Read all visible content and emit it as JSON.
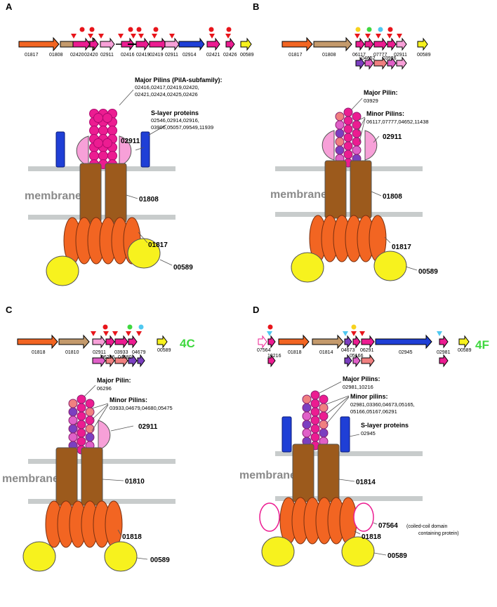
{
  "colors": {
    "orange": "#f26522",
    "tan": "#c49a6c",
    "magenta": "#ec1c91",
    "pink_light": "#f7a0d8",
    "pink_mid": "#e060c8",
    "salmon": "#f08080",
    "purple": "#7b3fc0",
    "blue": "#1f3fd6",
    "yellow": "#f7f21e",
    "brown": "#9c5a1c",
    "membrane": "#c8cccc",
    "membrane_text": "#8a8a8a",
    "red_marker": "#e8151b",
    "green_marker": "#3fd83f",
    "cyan_marker": "#4fc8f0",
    "yellow_marker": "#f7d21e",
    "tag_green": "#3fd83f"
  },
  "panels": [
    {
      "letter": "A",
      "genes": [
        "01817",
        "01808",
        "02420",
        "02420",
        "02911",
        "02416",
        "02419",
        "02419",
        "02911",
        "02914",
        "02421",
        "02426",
        "00589"
      ],
      "labels": {
        "major_title": "Major Pilins (PilA-subfamily):",
        "major_ids_1": "02416,02417,02419,02420,",
        "major_ids_2": "02421,02424,02425,02426",
        "slayer_title": "S-layer proteins",
        "slayer_ids_1": "02546,02914,02916,",
        "slayer_ids_2": "03906,05057,09549,11939",
        "pin_2911": "02911",
        "membrane": "membrane",
        "pin_inner": "01808",
        "pin_atpase": "01817",
        "pin_yellow": "00589"
      }
    },
    {
      "letter": "B",
      "genes": [
        "01817",
        "01808",
        "06117",
        "04652",
        "07777",
        "03926",
        "02911",
        "00589"
      ],
      "labels": {
        "major_title": "Major Pilin:",
        "major_ids_1": "03929",
        "minor_title": "Minor Pilins:",
        "minor_ids_1": "06117,07777,04652,11438",
        "pin_2911": "02911",
        "membrane": "membrane",
        "pin_inner": "01808",
        "pin_atpase": "01817",
        "pin_yellow": "00589"
      }
    },
    {
      "letter": "C",
      "tag": "4C",
      "genes": [
        "01818",
        "01810",
        "02911",
        "03933",
        "04679",
        "00589",
        "06296",
        "04680"
      ],
      "labels": {
        "major_title": "Major Pilin:",
        "major_ids_1": "06296",
        "minor_title": "Minor Pilins:",
        "minor_ids_1": "03933,04679,04680,05475",
        "pin_2911": "02911",
        "membrane": "membrane",
        "pin_inner": "01810",
        "pin_atpase": "01818",
        "pin_yellow": "00589"
      }
    },
    {
      "letter": "D",
      "tag": "4F",
      "genes": [
        "07564",
        "10216",
        "01818",
        "01814",
        "04673",
        "06291",
        "02945",
        "05166",
        "02981",
        "00589"
      ],
      "labels": {
        "major_title": "Major Pilins:",
        "major_ids_1": "02981,10216",
        "minor_title": "Minor pilins:",
        "minor_ids_1": "02981,03360,04673,05165,",
        "minor_ids_2": "05166,05167,06291",
        "slayer_title": "S-layer proteins",
        "slayer_ids_1": "02945",
        "membrane": "membrane",
        "pin_inner": "01814",
        "pin_extra": "07564",
        "pin_extra_note_1": "(coiled-coil domain",
        "pin_extra_note_2": "containing protein)",
        "pin_atpase": "01818",
        "pin_yellow": "00589"
      }
    }
  ]
}
